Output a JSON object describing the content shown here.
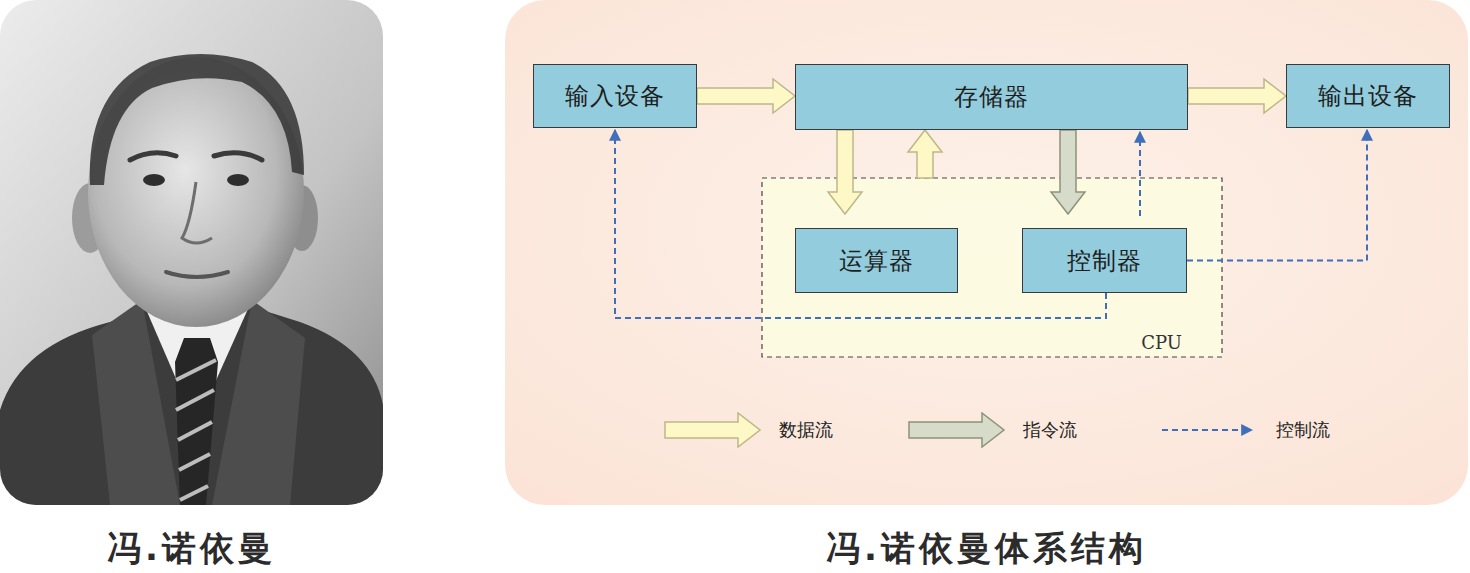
{
  "diagram": {
    "caption": "冯.诺依曼体系结构",
    "nodes": [
      {
        "text": [
          "输入设备"
        ]
      },
      {
        "text": [
          "存储器"
        ]
      },
      {
        "text": [
          "输出设备"
        ]
      },
      {
        "text": [
          "CPU"
        ]
      },
      {
        "text": [
          "运算器"
        ],
        "in": 3
      },
      {
        "text": [
          "控制器"
        ],
        "in": 3
      }
    ],
    "edges": [
      {
        "from": 0,
        "to": 1,
        "arrow": "to"
      },
      {
        "from": 1,
        "to": 2,
        "arrow": "to"
      },
      {
        "from": 1,
        "to": 4,
        "arrow": "to"
      },
      {
        "from": 4,
        "to": 1,
        "arrow": "to"
      },
      {
        "from": 1,
        "to": 5,
        "arrow": "to"
      },
      {
        "from": 5,
        "to": 1,
        "arrow": "to"
      },
      {
        "from": 5,
        "to": 0,
        "arrow": "to"
      },
      {
        "from": 5,
        "to": 2,
        "arrow": "to"
      }
    ],
    "labels": [
      "冯.诺依曼"
    ],
    "legend": [
      {
        "text": "数据流"
      },
      {
        "text": "指令流"
      },
      {
        "text": "控制流"
      }
    ]
  }
}
